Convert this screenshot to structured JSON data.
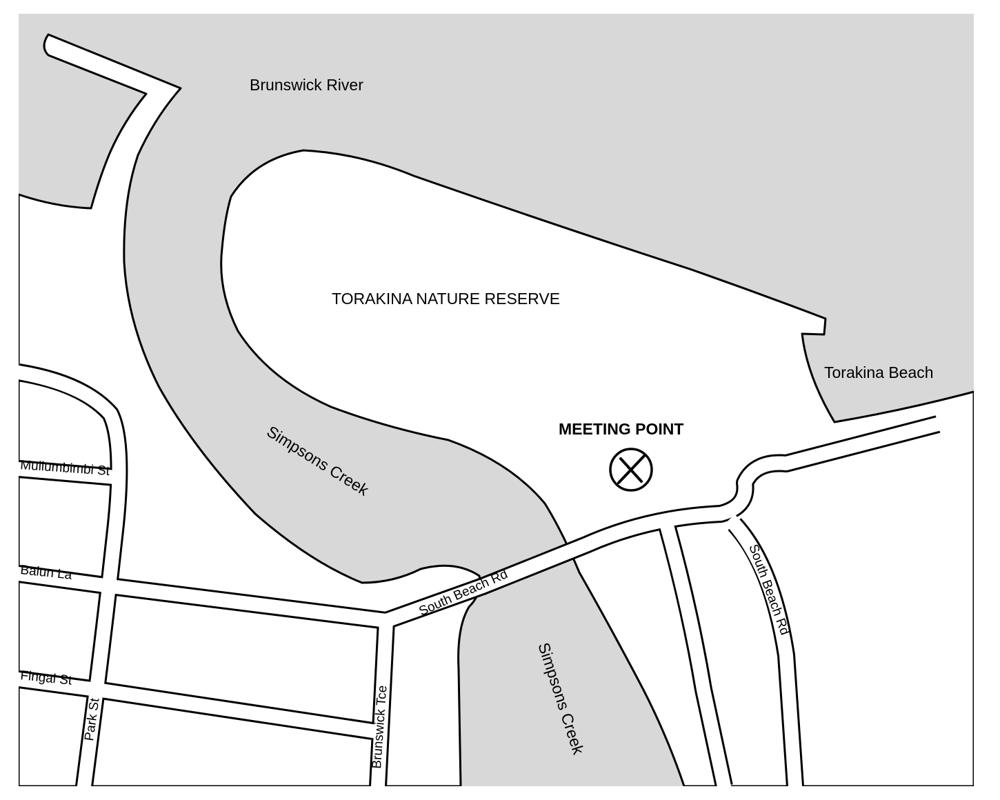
{
  "map": {
    "colors": {
      "water": "#d8d8d8",
      "land": "#ffffff",
      "ink": "#000000"
    },
    "labels": {
      "river": "Brunswick River",
      "reserve": "TORAKINA NATURE RESERVE",
      "beach": "Torakina Beach",
      "meeting_point": "MEETING POINT",
      "creek_upper": "Simpsons Creek",
      "creek_lower": "Simpsons Creek",
      "road_south_beach_1": "South Beach Rd",
      "road_south_beach_2": "South Beach Rd",
      "mullumbimbi": "Mullumbimbi St",
      "balun": "Balun La",
      "fingal": "Fingal St",
      "park": "Park St",
      "brunswick_tce": "Brunswick Tce"
    },
    "meeting_point_icon": "circled-x-icon"
  }
}
